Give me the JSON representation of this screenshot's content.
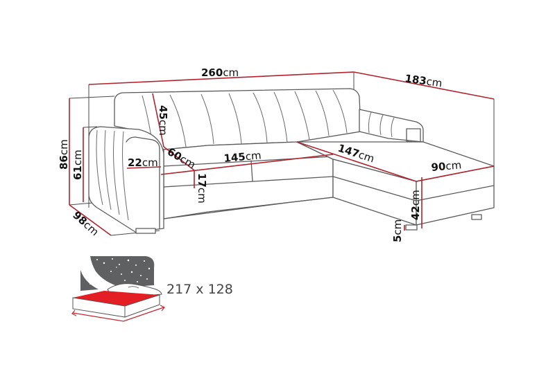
{
  "diagram": {
    "subject": "Corner sofa bed dimensions",
    "unit": "cm",
    "colors": {
      "dimension_line": "#b0222e",
      "outline": "#5a5a5a",
      "bed_surface": "#e31e24",
      "night_sky": "#5f6062"
    },
    "dimensions": {
      "total_width": {
        "value": "260",
        "unit": "cm"
      },
      "chaise_length": {
        "value": "183",
        "unit": "cm"
      },
      "total_height": {
        "value": "86",
        "unit": "cm"
      },
      "armrest_height": {
        "value": "61",
        "unit": "cm"
      },
      "depth": {
        "value": "98",
        "unit": "cm"
      },
      "backrest_height": {
        "value": "45",
        "unit": "cm"
      },
      "seat_depth": {
        "value": "60",
        "unit": "cm"
      },
      "armrest_width": {
        "value": "22",
        "unit": "cm"
      },
      "seat_width": {
        "value": "145",
        "unit": "cm"
      },
      "seat_cushion_height": {
        "value": "17",
        "unit": "cm"
      },
      "chaise_seat_length": {
        "value": "147",
        "unit": "cm"
      },
      "chaise_width": {
        "value": "90",
        "unit": "cm"
      },
      "chaise_height": {
        "value": "42",
        "unit": "cm"
      },
      "leg_height": {
        "value": "5",
        "unit": "cm"
      }
    },
    "sleeping_area": {
      "icon": "bed-icon",
      "label": "217 x 128"
    }
  }
}
